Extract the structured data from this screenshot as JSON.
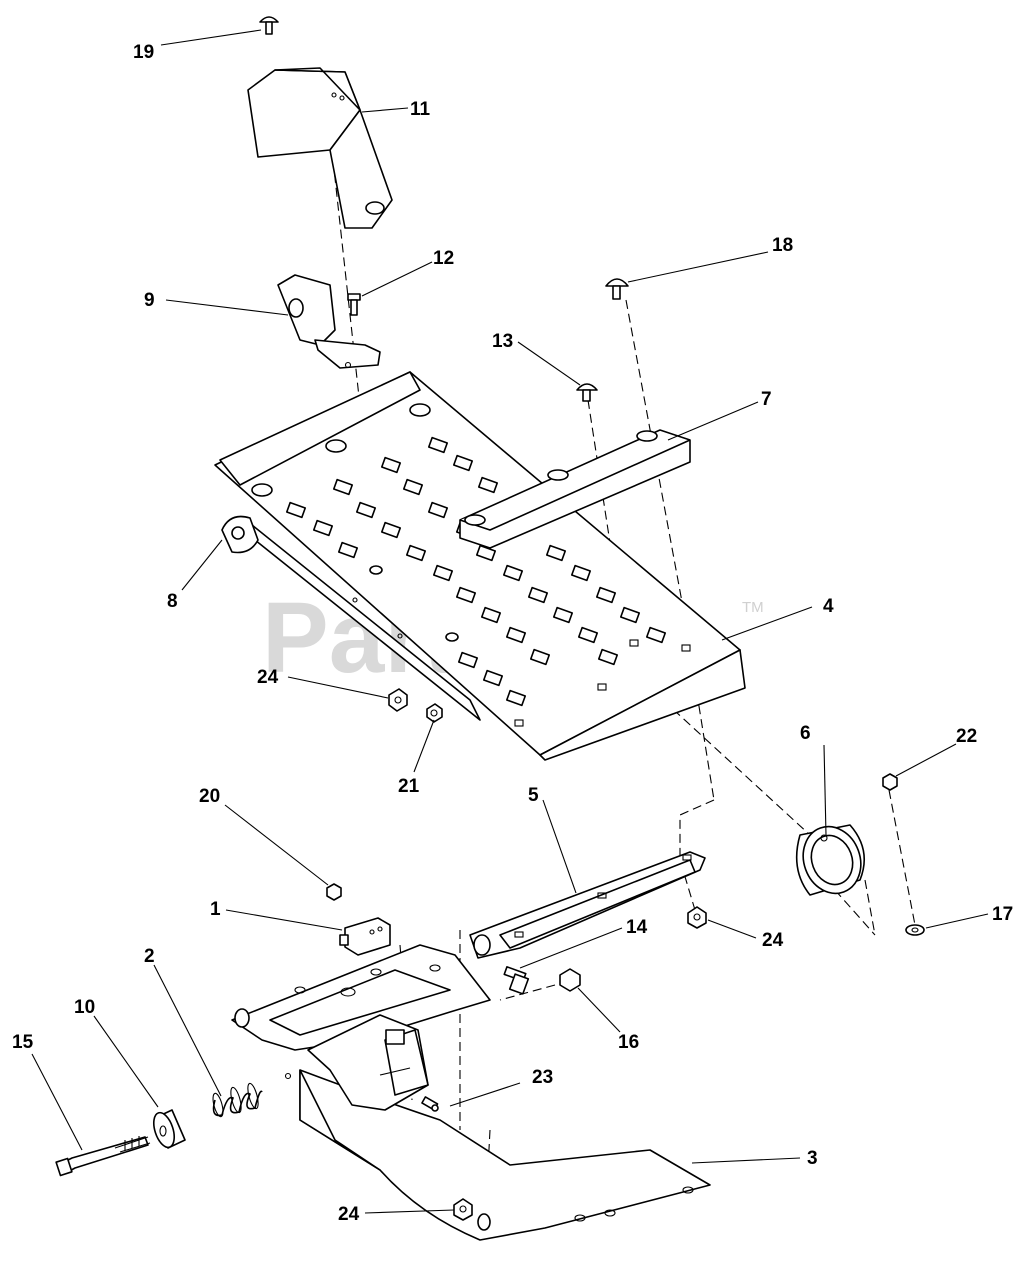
{
  "watermark": {
    "text": "PartsTree",
    "tm": "TM"
  },
  "callouts": [
    {
      "id": "c1",
      "label": "1"
    },
    {
      "id": "c2",
      "label": "2"
    },
    {
      "id": "c3",
      "label": "3"
    },
    {
      "id": "c4",
      "label": "4"
    },
    {
      "id": "c5",
      "label": "5"
    },
    {
      "id": "c6",
      "label": "6"
    },
    {
      "id": "c7",
      "label": "7"
    },
    {
      "id": "c8",
      "label": "8"
    },
    {
      "id": "c9",
      "label": "9"
    },
    {
      "id": "c10",
      "label": "10"
    },
    {
      "id": "c11",
      "label": "11"
    },
    {
      "id": "c12",
      "label": "12"
    },
    {
      "id": "c13",
      "label": "13"
    },
    {
      "id": "c14",
      "label": "14"
    },
    {
      "id": "c15",
      "label": "15"
    },
    {
      "id": "c16",
      "label": "16"
    },
    {
      "id": "c17",
      "label": "17"
    },
    {
      "id": "c18",
      "label": "18"
    },
    {
      "id": "c19",
      "label": "19"
    },
    {
      "id": "c20",
      "label": "20"
    },
    {
      "id": "c21",
      "label": "21"
    },
    {
      "id": "c22",
      "label": "22"
    },
    {
      "id": "c23",
      "label": "23"
    },
    {
      "id": "c24a",
      "label": "24"
    },
    {
      "id": "c24b",
      "label": "24"
    },
    {
      "id": "c24c",
      "label": "24"
    }
  ]
}
